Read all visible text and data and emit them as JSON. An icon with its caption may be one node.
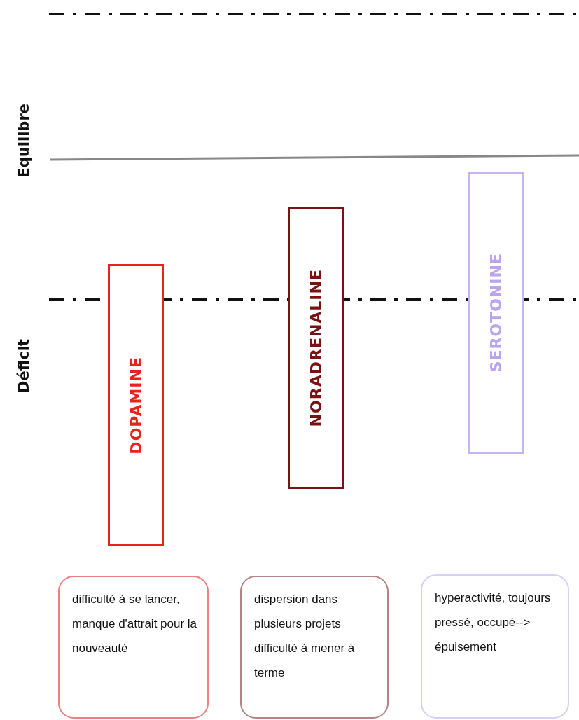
{
  "diagram": {
    "nodes": [
      {
        "text": [
          "DOPAMINE"
        ]
      },
      {
        "text": [
          "NORADRENALINE"
        ]
      },
      {
        "text": [
          "SEROTONINE"
        ]
      },
      {
        "text": [
          "difficulté à se lancer, manque d'attrait pour la nouveauté"
        ]
      },
      {
        "text": [
          "dispersion dans plusieurs projets difficulté à mener à terme"
        ]
      },
      {
        "text": [
          "hyperactivité, toujours pressé, occupé--> épuisement"
        ]
      }
    ],
    "labels": [
      "Equilibre",
      "Déficit"
    ]
  }
}
